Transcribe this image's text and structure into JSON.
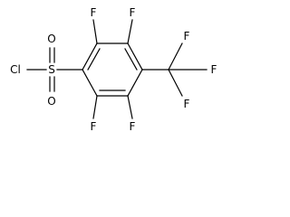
{
  "molecule": {
    "atoms": {
      "cl": "Cl",
      "s": "S",
      "o_top": "O",
      "o_bottom": "O",
      "f_ring_top_left": "F",
      "f_ring_top_right": "F",
      "f_ring_bottom_left": "F",
      "f_ring_bottom_right": "F",
      "f_cf3_top": "F",
      "f_cf3_right": "F",
      "f_cf3_bottom": "F"
    }
  }
}
